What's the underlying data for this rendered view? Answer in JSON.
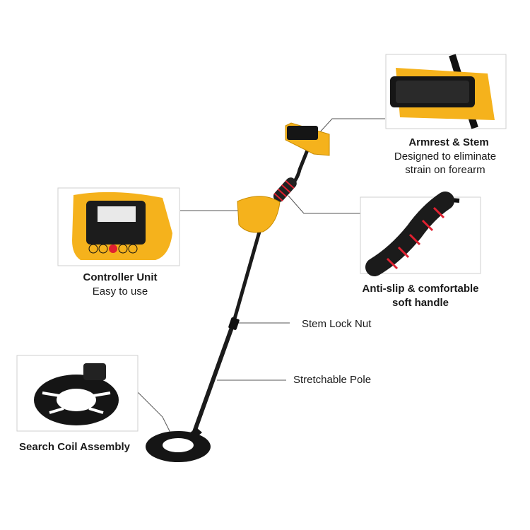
{
  "callouts": {
    "armrest": {
      "title": "Armrest & Stem",
      "line1": "Designed to eliminate",
      "line2": "strain on forearm"
    },
    "controller": {
      "title": "Controller Unit",
      "subtitle": "Easy to use"
    },
    "handle": {
      "line1": "Anti-slip & comfortable",
      "line2": "soft handle"
    },
    "lock_nut": {
      "label": "Stem Lock Nut"
    },
    "pole": {
      "label": "Stretchable Pole"
    },
    "coil": {
      "title": "Search Coil Assembly"
    }
  },
  "colors": {
    "yellow": "#f5b21c",
    "black": "#1b1b1b",
    "red": "#e02030",
    "line": "#555555"
  }
}
